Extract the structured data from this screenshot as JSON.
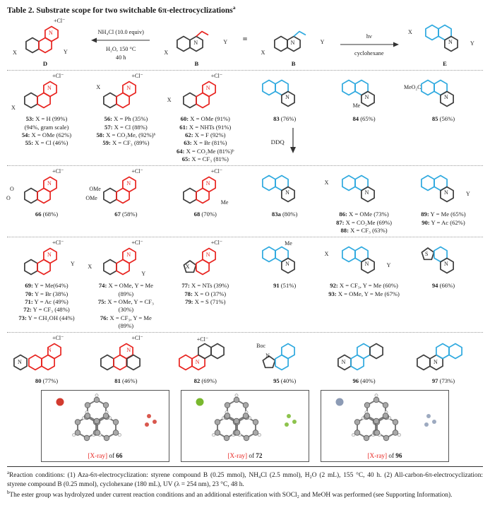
{
  "title": {
    "text": "Table 2. Substrate scope for two switchable 6π-electrocyclizations",
    "sup": "a"
  },
  "colors": {
    "red": "#e8231f",
    "blue": "#2ea9df",
    "black": "#3c3c3c"
  },
  "scheme_cells": [
    {
      "structure": "red-tri",
      "annotations": [
        {
          "t": "+Cl⁻",
          "p": "tr"
        },
        {
          "t": "N",
          "p": "nt",
          "c": "r"
        },
        {
          "t": "X",
          "p": "bl"
        },
        {
          "t": "Y",
          "p": "rb"
        }
      ],
      "labels": [
        {
          "b": "D"
        }
      ]
    },
    {
      "arrow": "left",
      "top": "NH₄Cl (10.0 equiv)",
      "bot": [
        "H₂O, 150 °C",
        "40 h"
      ]
    },
    {
      "structure": "red-duo-vinyl",
      "annotations": [
        {
          "t": "N",
          "p": "nr"
        },
        {
          "t": "X",
          "p": "bl"
        },
        {
          "t": "Y",
          "p": "r"
        }
      ],
      "labels": [
        {
          "b": "B"
        }
      ]
    },
    {
      "equals": "="
    },
    {
      "structure": "blue-duo-vinyl",
      "annotations": [
        {
          "t": "N",
          "p": "nr"
        },
        {
          "t": "X",
          "p": "bl"
        },
        {
          "t": "Y",
          "p": "r"
        }
      ],
      "labels": [
        {
          "b": "B"
        }
      ]
    },
    {
      "arrow": "right",
      "top": "hν",
      "bot": [
        "cyclohexane"
      ]
    },
    {
      "structure": "blue-tri",
      "annotations": [
        {
          "t": "N",
          "p": "nb"
        },
        {
          "t": "X",
          "p": "lu"
        },
        {
          "t": "Y",
          "p": "ru"
        }
      ],
      "labels": [
        {
          "b": "E"
        }
      ]
    }
  ],
  "rows": [
    [
      {
        "structure": "red-tri",
        "annotations": [
          {
            "t": "+Cl⁻",
            "p": "tr"
          },
          {
            "t": "N",
            "p": "nt",
            "c": "r"
          },
          {
            "t": "X",
            "p": "bl"
          }
        ],
        "labels": [
          {
            "b": "53:",
            "t": " X = H (99%)"
          },
          {
            "t": "(94%, gram scale)"
          },
          {
            "b": "54:",
            "t": " X = OMe (62%)"
          },
          {
            "b": "55:",
            "t": " X = Cl (46%)"
          }
        ]
      },
      {
        "structure": "red-tri",
        "annotations": [
          {
            "t": "+Cl⁻",
            "p": "tr"
          },
          {
            "t": "N",
            "p": "nt",
            "c": "r"
          },
          {
            "t": "X",
            "p": "tl"
          }
        ],
        "labels": [
          {
            "b": "56:",
            "t": " X = Ph (35%)"
          },
          {
            "b": "57:",
            "t": " X = Cl (88%)"
          },
          {
            "b": "58:",
            "t": " X = CO₂Me, (92%)ᵇ"
          },
          {
            "b": "59:",
            "t": " X = CF₃ (89%)"
          }
        ]
      },
      {
        "structure": "red-tri",
        "annotations": [
          {
            "t": "+Cl⁻",
            "p": "tr"
          },
          {
            "t": "N",
            "p": "nt",
            "c": "r"
          },
          {
            "t": "X",
            "p": "l"
          }
        ],
        "labels": [
          {
            "b": "60:",
            "t": " X = OMe (91%)"
          },
          {
            "b": "61:",
            "t": " X = NHTs (91%)"
          },
          {
            "b": "62:",
            "t": " X = F (92%)"
          },
          {
            "b": "63:",
            "t": " X = Br (81%)"
          },
          {
            "b": "64:",
            "t": " X = CO₂Me (81%)ᵇ"
          },
          {
            "b": "65:",
            "t": " X = CF₃ (81%)"
          }
        ]
      },
      {
        "structure": "blue-tri",
        "annotations": [
          {
            "t": "N",
            "p": "nb"
          }
        ],
        "labels": [
          {
            "b": "83",
            "t": " (76%)"
          }
        ],
        "after": {
          "label": "DDQ"
        }
      },
      {
        "structure": "blue-tri",
        "annotations": [
          {
            "t": "N",
            "p": "nb"
          },
          {
            "t": "Me",
            "p": "bm"
          }
        ],
        "labels": [
          {
            "b": "84",
            "t": " (65%)"
          }
        ]
      },
      {
        "structure": "blue-tri",
        "annotations": [
          {
            "t": "N",
            "p": "nb"
          },
          {
            "t": "MeO₂C",
            "p": "lu"
          }
        ],
        "labels": [
          {
            "b": "85",
            "t": " (56%)"
          }
        ]
      }
    ],
    [
      {
        "structure": "red-tri",
        "annotations": [
          {
            "t": "+Cl⁻",
            "p": "tr"
          },
          {
            "t": "N",
            "p": "nt",
            "c": "r"
          },
          {
            "t": "O",
            "p": "ol1"
          },
          {
            "t": "O",
            "p": "ol2"
          }
        ],
        "labels": [
          {
            "b": "66",
            "t": " (68%)"
          }
        ]
      },
      {
        "structure": "red-tri",
        "annotations": [
          {
            "t": "+Cl⁻",
            "p": "tr"
          },
          {
            "t": "N",
            "p": "nt",
            "c": "r"
          },
          {
            "t": "OMe",
            "p": "ol1"
          },
          {
            "t": "OMe",
            "p": "ol2"
          }
        ],
        "labels": [
          {
            "b": "67",
            "t": " (58%)"
          }
        ]
      },
      {
        "structure": "red-tri",
        "annotations": [
          {
            "t": "+Cl⁻",
            "p": "tr"
          },
          {
            "t": "N",
            "p": "nt",
            "c": "r"
          },
          {
            "t": "Me",
            "p": "rb"
          }
        ],
        "labels": [
          {
            "b": "68",
            "t": " (70%)"
          }
        ]
      },
      {
        "structure": "blue-tri",
        "annotations": [
          {
            "t": "N",
            "p": "nb"
          }
        ],
        "labels": [
          {
            "b": "83a",
            "t": " (80%)"
          }
        ]
      },
      {
        "structure": "blue-tri",
        "annotations": [
          {
            "t": "N",
            "p": "nb"
          },
          {
            "t": "X",
            "p": "lu"
          }
        ],
        "labels": [
          {
            "b": "86:",
            "t": " X = OMe (73%)"
          },
          {
            "b": "87:",
            "t": " X = CO₂Me (69%)"
          },
          {
            "b": "88:",
            "t": " X = CF₃ (63%)"
          }
        ]
      },
      {
        "structure": "blue-tri",
        "annotations": [
          {
            "t": "N",
            "p": "nb"
          },
          {
            "t": "Y",
            "p": "ru"
          }
        ],
        "labels": [
          {
            "b": "89:",
            "t": " Y = Me (65%)"
          },
          {
            "b": "90:",
            "t": " Y = Ac (62%)"
          }
        ]
      }
    ],
    [
      {
        "structure": "red-tri",
        "annotations": [
          {
            "t": "+Cl⁻",
            "p": "tr"
          },
          {
            "t": "N",
            "p": "nt",
            "c": "r"
          },
          {
            "t": "Y",
            "p": "r"
          }
        ],
        "labels": [
          {
            "b": "69:",
            "t": " Y = Me(64%)"
          },
          {
            "b": "70:",
            "t": " Y = Br (38%)"
          },
          {
            "b": "71:",
            "t": " Y = Ac (49%)"
          },
          {
            "b": "72:",
            "t": " Y = CF₃ (48%)"
          },
          {
            "b": "73:",
            "t": " Y = CH₂OH (44%)"
          }
        ]
      },
      {
        "structure": "red-tri",
        "annotations": [
          {
            "t": "+Cl⁻",
            "p": "tr"
          },
          {
            "t": "N",
            "p": "nt",
            "c": "r"
          },
          {
            "t": "X",
            "p": "l"
          },
          {
            "t": "Y",
            "p": "rb"
          }
        ],
        "labels": [
          {
            "b": "74:",
            "t": " X = OMe, Y = Me"
          },
          {
            "t": "(89%)"
          },
          {
            "b": "75:",
            "t": " X = OMe, Y = CF₃"
          },
          {
            "t": "(30%)"
          },
          {
            "b": "76:",
            "t": " X = CF₃, Y = Me"
          },
          {
            "t": "(89%)"
          }
        ]
      },
      {
        "structure": "red-penta",
        "annotations": [
          {
            "t": "+Cl⁻",
            "p": "tr"
          },
          {
            "t": "N",
            "p": "nt",
            "c": "r"
          },
          {
            "t": "X",
            "p": "s"
          }
        ],
        "labels": [
          {
            "b": "77:",
            "t": " X = NTs (39%)"
          },
          {
            "b": "78:",
            "t": " X = O (37%)"
          },
          {
            "b": "79:",
            "t": " X = S (71%)"
          }
        ]
      },
      {
        "structure": "blue-tri",
        "annotations": [
          {
            "t": "N",
            "p": "nb"
          },
          {
            "t": "Me",
            "p": "t"
          }
        ],
        "labels": [
          {
            "b": "91",
            "t": " (51%)"
          }
        ]
      },
      {
        "structure": "blue-tri",
        "annotations": [
          {
            "t": "N",
            "p": "nb"
          },
          {
            "t": "X",
            "p": "lu"
          },
          {
            "t": "Y",
            "p": "ru"
          }
        ],
        "labels": [
          {
            "b": "92:",
            "t": " X = CF₃, Y = Me (60%)"
          },
          {
            "b": "93:",
            "t": " X = OMe, Y = Me (67%)"
          }
        ]
      },
      {
        "structure": "blue-thieno",
        "annotations": [
          {
            "t": "S",
            "p": "su"
          },
          {
            "t": "N",
            "p": "nb"
          }
        ],
        "labels": [
          {
            "b": "94",
            "t": " (66%)"
          }
        ]
      }
    ],
    [
      {
        "structure": "red-pend",
        "annotations": [
          {
            "t": "N",
            "p": "np"
          },
          {
            "t": "+Cl⁻",
            "p": "tr"
          },
          {
            "t": "N",
            "p": "nt",
            "c": "r"
          }
        ],
        "labels": [
          {
            "b": "80",
            "t": " (77%)"
          }
        ]
      },
      {
        "structure": "red-pend2",
        "annotations": [
          {
            "t": "+Cl⁻",
            "p": "tr"
          },
          {
            "t": "N",
            "p": "nt",
            "c": "r"
          }
        ],
        "labels": [
          {
            "b": "81",
            "t": " (46%)"
          }
        ]
      },
      {
        "structure": "red-quad",
        "annotations": [
          {
            "t": "+Cl⁻",
            "p": "trm"
          },
          {
            "t": "N",
            "p": "nm",
            "c": "r"
          }
        ],
        "labels": [
          {
            "b": "82",
            "t": " (69%)"
          }
        ]
      },
      {
        "structure": "blue-ind",
        "annotations": [
          {
            "t": "Boc",
            "p": "boc"
          },
          {
            "t": "N",
            "p": "sn"
          }
        ],
        "labels": [
          {
            "b": "95",
            "t": " (40%)"
          }
        ]
      },
      {
        "structure": "blue-quad",
        "annotations": [
          {
            "t": "N",
            "p": "na"
          }
        ],
        "labels": [
          {
            "b": "96",
            "t": " (40%)"
          }
        ]
      },
      {
        "structure": "blue-quad2",
        "annotations": [
          {
            "t": "N",
            "p": "nm"
          }
        ],
        "labels": [
          {
            "b": "97",
            "t": " (73%)"
          }
        ]
      }
    ]
  ],
  "ddq_label": "DDQ",
  "xray_boxes": [
    {
      "red": "[X-ray]",
      "mid": " of ",
      "num": "66",
      "accent": "#d23b2f"
    },
    {
      "red": "[X-ray]",
      "mid": " of ",
      "num": "72",
      "accent": "#79b82e"
    },
    {
      "red": "[X-ray]",
      "mid": " of ",
      "num": "96",
      "accent": "#8c9bb5"
    }
  ],
  "footnotes": [
    {
      "m": "a",
      "t": "Reaction conditions: (1) Aza-6π-electrocyclization: styrene compound B (0.25 mmol), NH₄Cl (2.5 mmol), H₂O (2 mL), 155 °C, 40 h. (2) All-carbon-6π-electrocyclization: styrene compound B (0.25 mmol), cyclohexane (180 mL), UV (λ = 254 nm), 23 °C, 48 h."
    },
    {
      "m": "b",
      "t": "The ester group was hydrolyzed under current reaction conditions and an additional esterification with SOCl₂ and MeOH was performed (see Supporting Information)."
    }
  ]
}
